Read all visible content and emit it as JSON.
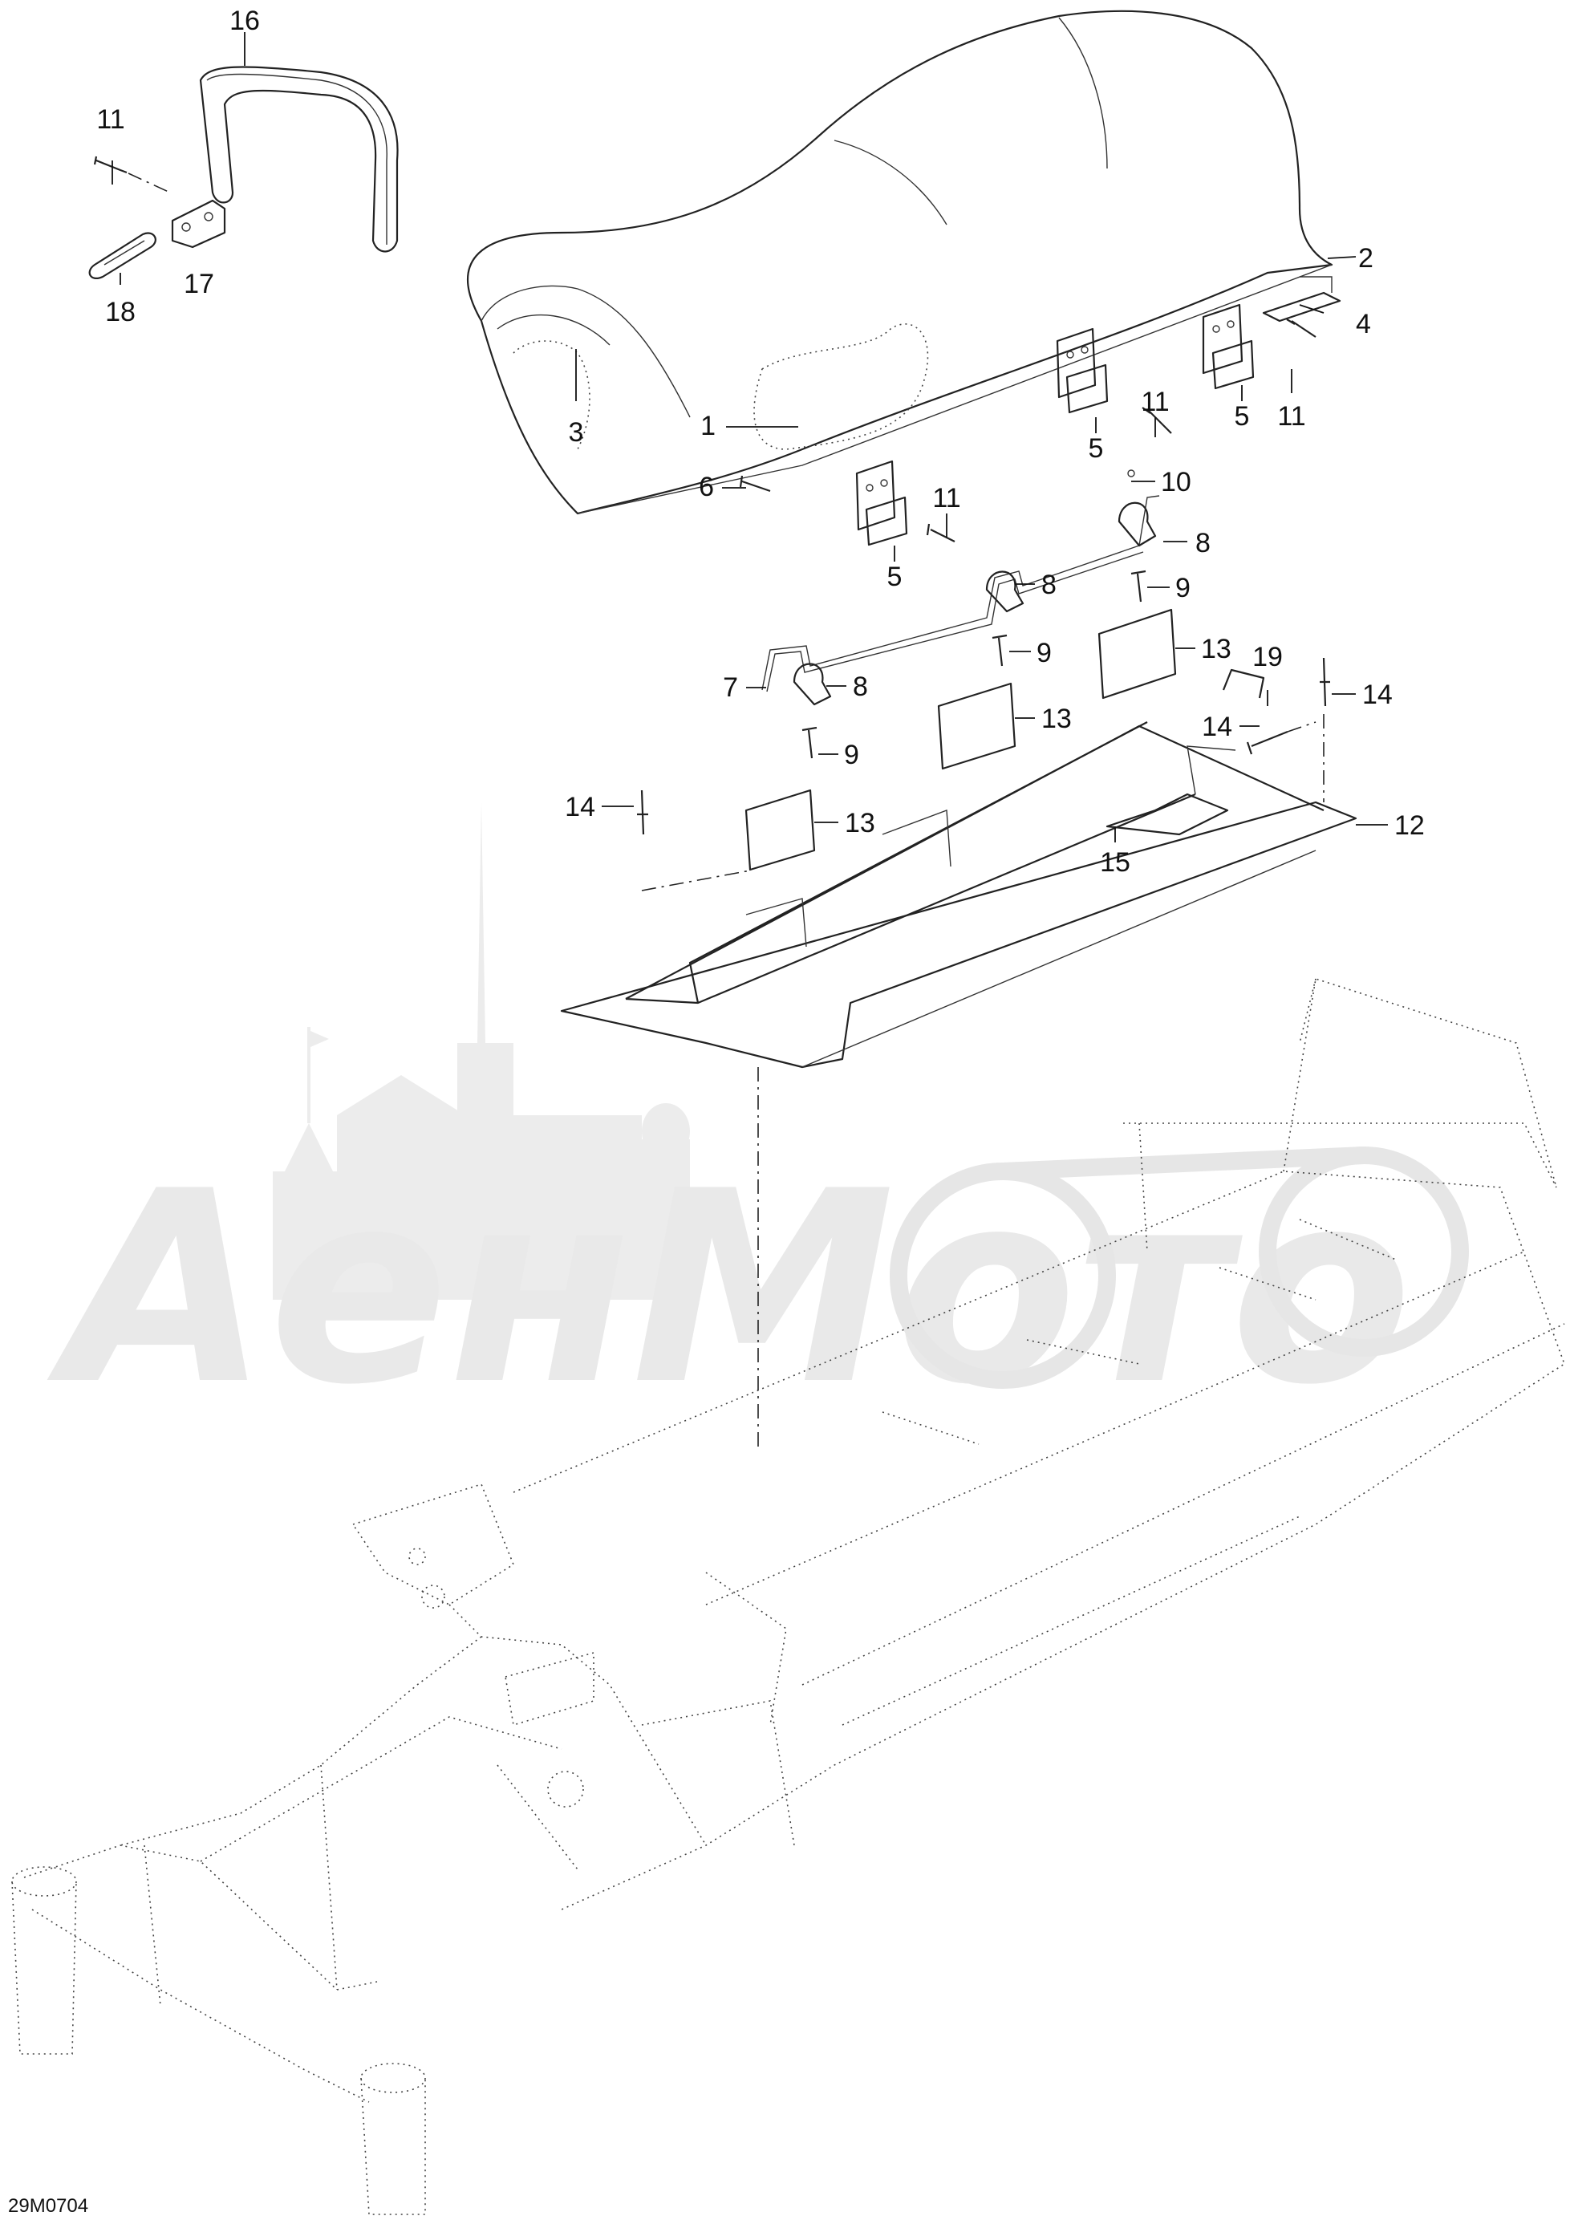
{
  "diagram": {
    "code": "29M0704",
    "watermark": "АенМото",
    "callouts": [
      "1",
      "2",
      "3",
      "4",
      "5",
      "6",
      "7",
      "8",
      "9",
      "10",
      "11",
      "12",
      "13",
      "14",
      "15",
      "16",
      "17",
      "18",
      "19"
    ]
  }
}
